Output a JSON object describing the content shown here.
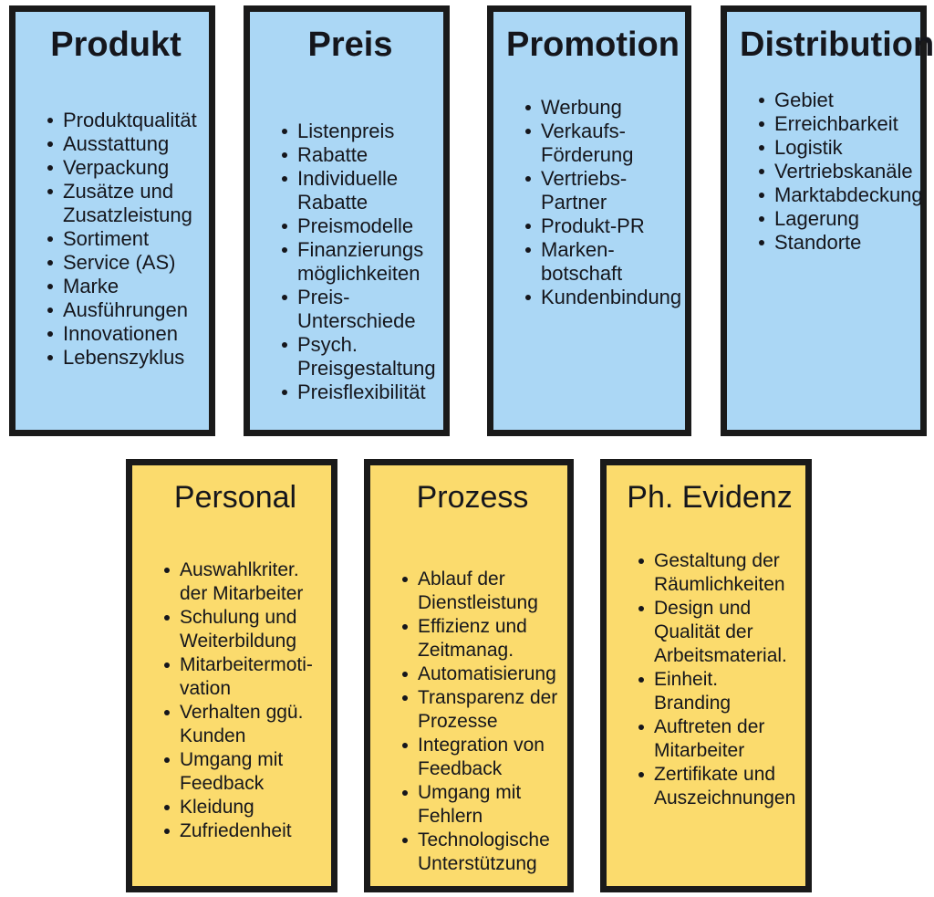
{
  "colors": {
    "blue_fill": "#abd7f5",
    "yellow_fill": "#fbdb6d",
    "border": "#1a1a1a",
    "text": "#15161c",
    "background": "#ffffff"
  },
  "boxes": [
    {
      "id": "produkt",
      "scheme": "blue",
      "title": "Produkt",
      "items": [
        "Produktqualität",
        "Ausstattung",
        "Verpackung",
        "Zusätze und Zusatzleistung",
        "Sortiment",
        "Service (AS)",
        "Marke",
        "Ausführungen",
        "Innovationen",
        "Lebenszyklus"
      ]
    },
    {
      "id": "preis",
      "scheme": "blue",
      "title": "Preis",
      "items": [
        "Listenpreis",
        "Rabatte",
        "Individuelle Rabatte",
        "Preismodelle",
        "Finanzierungs möglichkeiten",
        "Preis-Unterschiede",
        "Psych. Preisgestaltung",
        "Preisflexibilität"
      ]
    },
    {
      "id": "promotion",
      "scheme": "blue",
      "title": "Promotion",
      "items": [
        "Werbung",
        "Verkaufs-Förderung",
        "Vertriebs-Partner",
        "Produkt-PR",
        "Marken-botschaft",
        "Kundenbindung"
      ]
    },
    {
      "id": "distribution",
      "scheme": "blue",
      "title": "Distribution",
      "items": [
        "Gebiet",
        "Erreichbarkeit",
        "Logistik",
        "Vertriebskanäle",
        "Marktabdeckung",
        "Lagerung",
        "Standorte"
      ]
    },
    {
      "id": "personal",
      "scheme": "yellow",
      "title": "Personal",
      "items": [
        "Auswahlkriter. der Mitarbeiter",
        "Schulung und Weiterbildung",
        "Mitarbeitermoti-vation",
        "Verhalten ggü. Kunden",
        "Umgang mit Feedback",
        "Kleidung",
        "Zufriedenheit"
      ]
    },
    {
      "id": "prozess",
      "scheme": "yellow",
      "title": "Prozess",
      "items": [
        "Ablauf der Dienstleistung",
        "Effizienz und Zeitmanag.",
        "Automatisierung",
        "Transparenz der Prozesse",
        "Integration von Feedback",
        "Umgang mit Fehlern",
        "Technologische Unterstützung"
      ]
    },
    {
      "id": "ph-evidenz",
      "scheme": "yellow",
      "title": "Ph. Evidenz",
      "items": [
        "Gestaltung der Räumlichkeiten",
        "Design und Qualität der Arbeitsmaterial.",
        "Einheit. Branding",
        "Auftreten der Mitarbeiter",
        "Zertifikate und Auszeichnungen"
      ]
    }
  ]
}
